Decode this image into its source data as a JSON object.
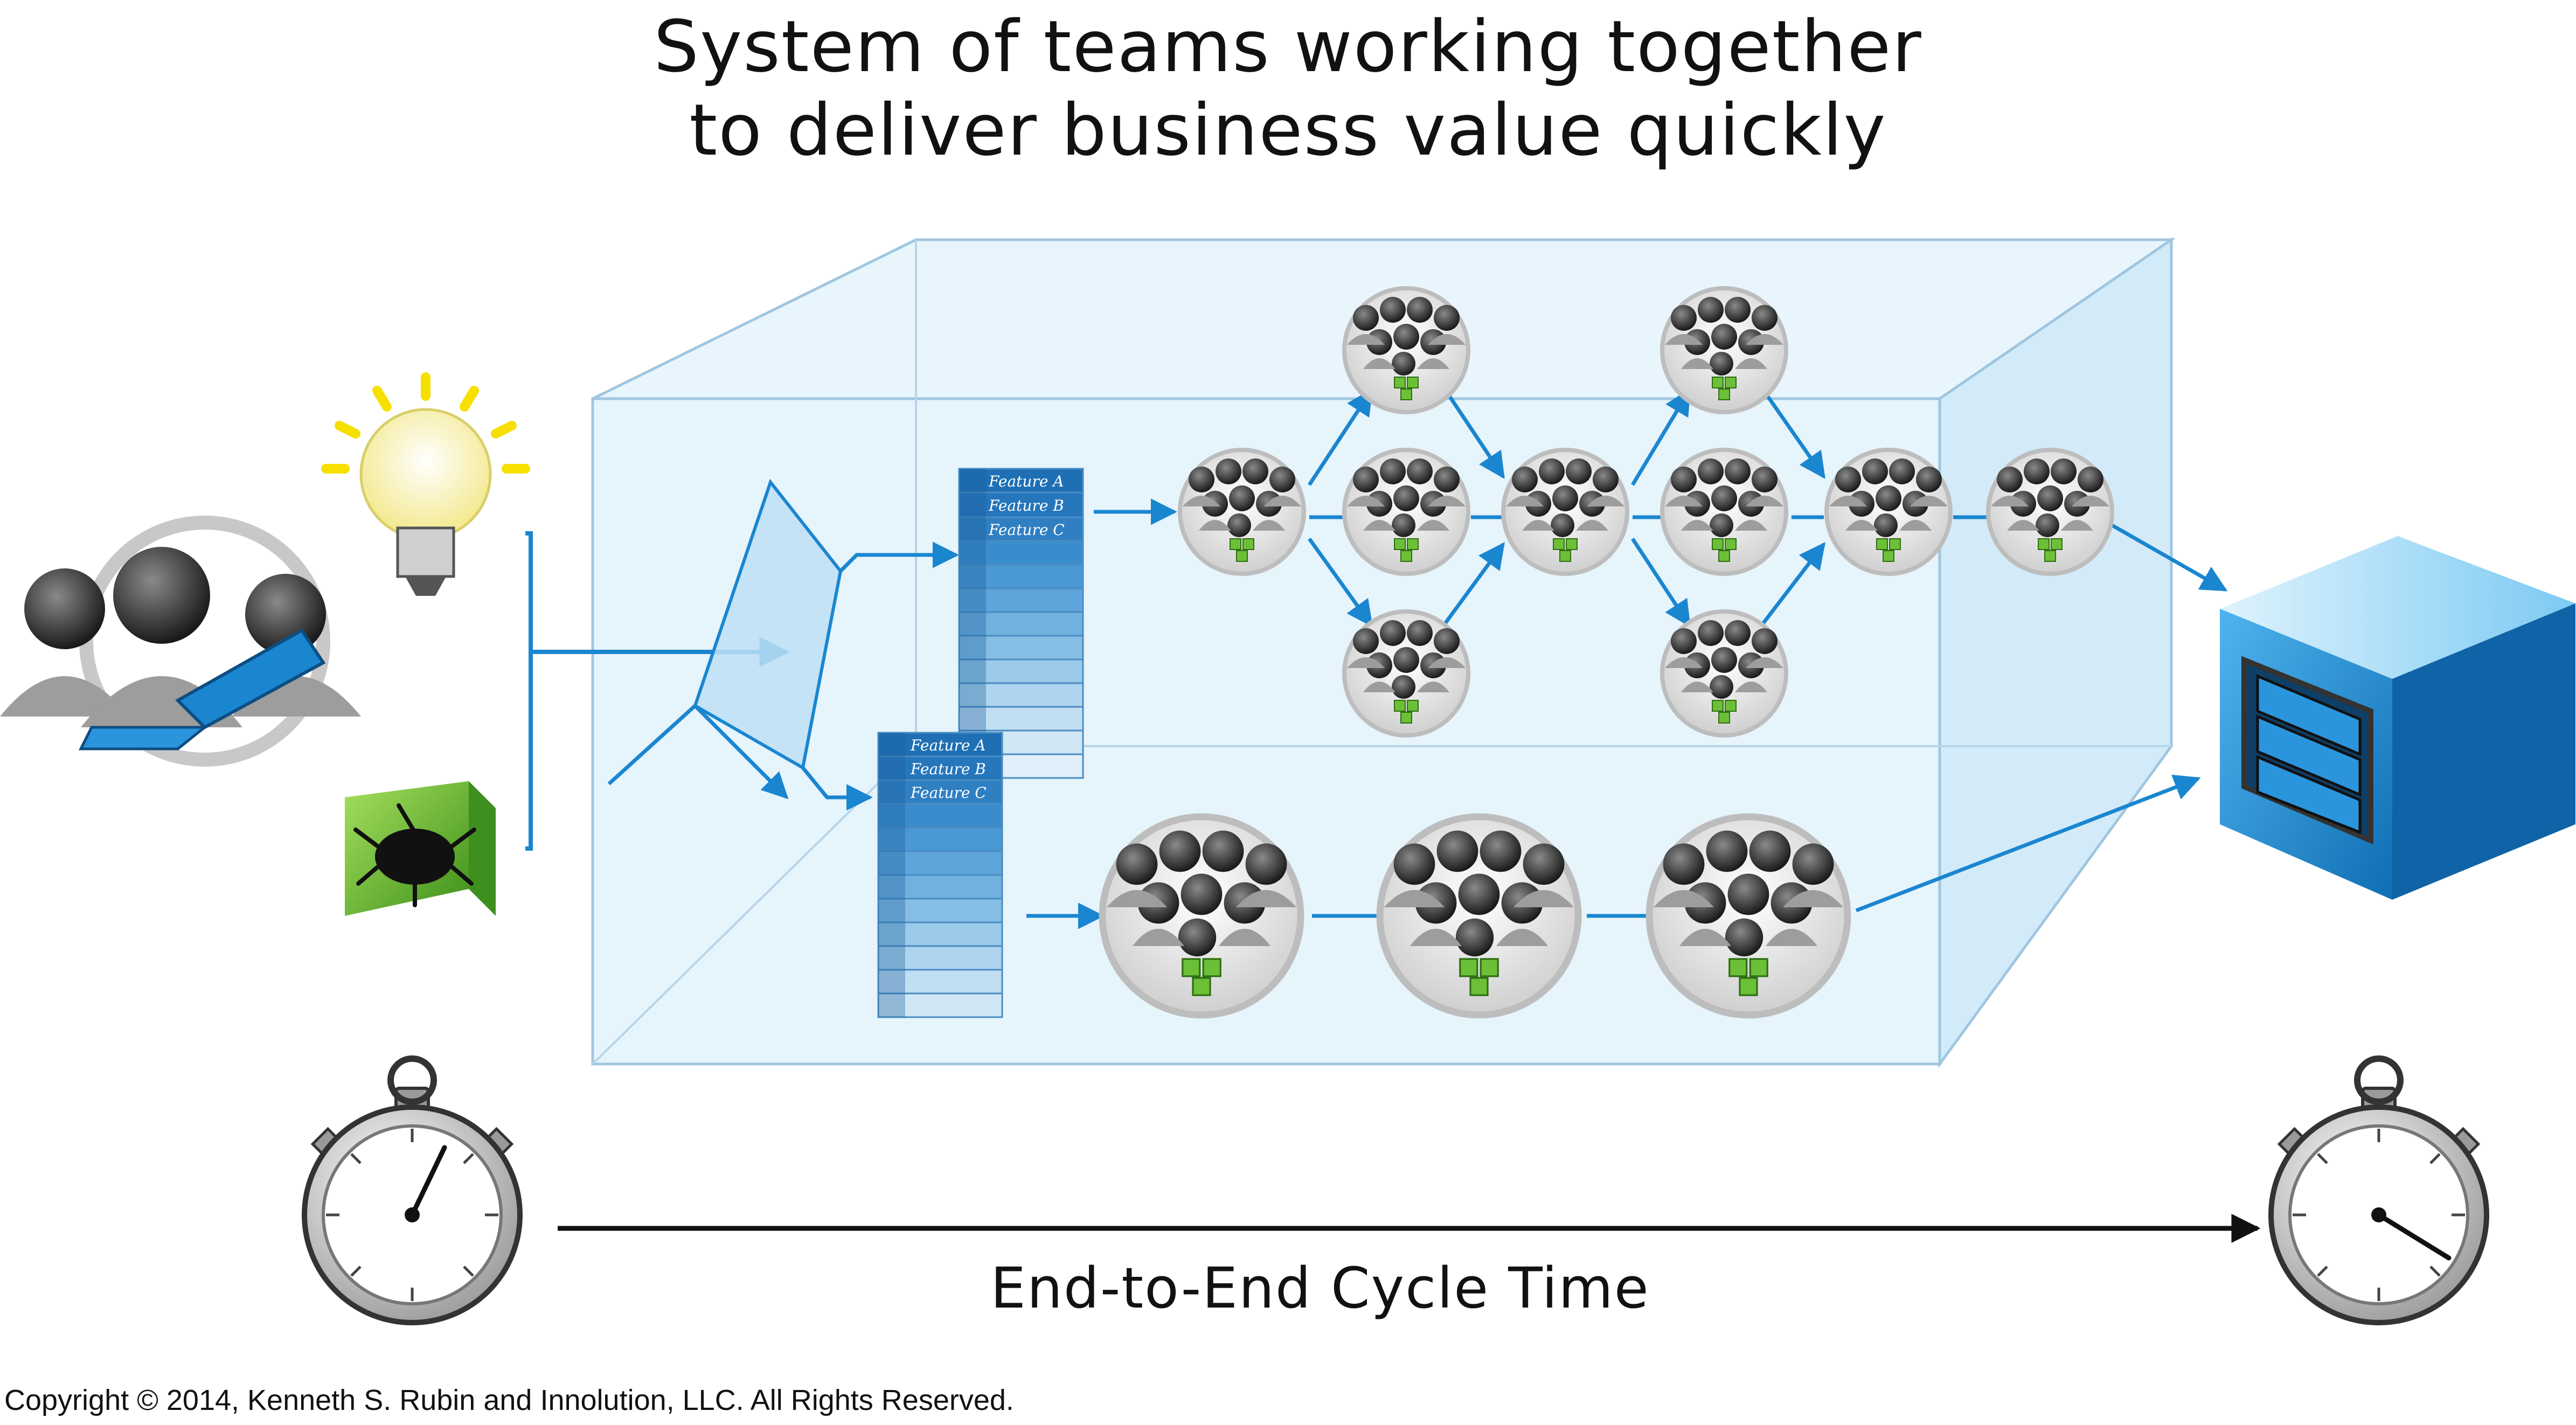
{
  "title": {
    "line1": "System of teams working together",
    "line2": "to deliver business value quickly"
  },
  "cycle_label": "End-to-End Cycle Time",
  "copyright": "Copyright © 2014, Kenneth S. Rubin and Innolution, LLC. All Rights Reserved.",
  "backlogs": [
    {
      "items": [
        "Feature A",
        "Feature B",
        "Feature C"
      ]
    },
    {
      "items": [
        "Feature A",
        "Feature B",
        "Feature C"
      ]
    }
  ],
  "icons": {
    "stakeholders": "stakeholders-with-laptop-icon",
    "idea": "light-bulb-icon",
    "defect": "bug-cube-icon",
    "funnel": "funnel-icon",
    "team": "team-group-icon",
    "deliverable": "product-cube-icon",
    "timer": "stopwatch-icon"
  },
  "colors": {
    "arrow": "#1a86d0",
    "box_fill": "#dff0fb",
    "box_edge": "#a9cbe3",
    "product_cube": "#1f8fd6",
    "bug_cube": "#6cc037",
    "bulb": "#fbf1a8",
    "bulb_rays": "#f5e000"
  }
}
